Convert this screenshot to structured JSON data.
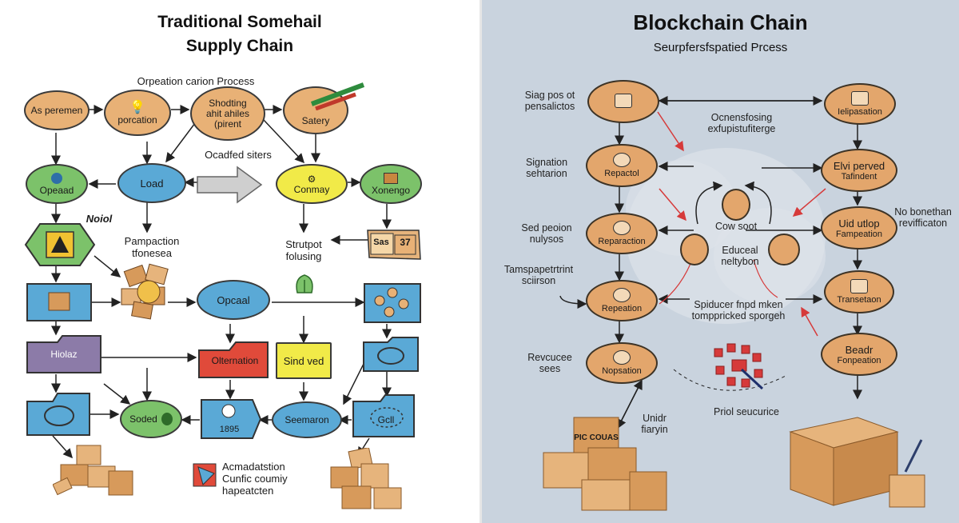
{
  "left": {
    "title_line1": "Traditional Somehail",
    "title_line2": "Supply Chain",
    "process_label": "Orpeation carion Process",
    "oval_label": "Ocadfed siters",
    "noiol_label": "Noiol",
    "pampaction_label": "Pampaction\ntfonesea",
    "strutpot_label": "Strutpot\nfolusing",
    "legend_label": "Acmadatstion\nCunfic coumiy\nhapeatcten",
    "nodes": {
      "as_peremen": "As peremen",
      "porcation": "porcation",
      "shodting": "Shodting\nahit ahiles\n(pirent",
      "satery": "Satery",
      "opeaad": "Opeaad",
      "load": "Load",
      "conmay": "Conmay",
      "xonengo": "Xonengo",
      "sas": "Sas",
      "s37": "37",
      "opcaal": "Opcaal",
      "hiolaz": "Hiolaz",
      "olternation": "Olternation",
      "sind_ved": "Sind ved",
      "soded": "Soded",
      "year": "1895",
      "seemaron": "Seemaron",
      "gcll": "Gcll"
    }
  },
  "right": {
    "title": "Blockchain Chain",
    "subtitle": "Seurpfersfspatied Prcess",
    "labels": {
      "siag": "Siag pos ot\npensalictos",
      "signation": "Signation\nsehtarion",
      "sed_peoion": "Sed peoion\nnulysos",
      "tamspar": "Tamspapetrtrint\nsciirson",
      "revcucee": "Revcucee\nsees",
      "ocnens": "Ocnensfosing\nexfupistufiterge",
      "cow_soot": "Cow soot",
      "educeal": "Educeal\nneltybon",
      "spiducer": "Spiducer fnpd mken\ntomppricked sporgeh",
      "priol": "Priol seucurice",
      "unidr": "Unidr\nfiaryin",
      "no_bonethan": "No bonethan\nrevifficaton",
      "box_label": "PIC COUAS"
    },
    "nodes": {
      "top_center": "",
      "repactol": "Repactol",
      "reparaction": "Reparaction",
      "repeation": "Repeation",
      "nopsation": "Nopsation",
      "ielipasation": "Ielipasation",
      "elvi_perved": "Elvi perved",
      "tafindent": "Tafindent",
      "uid_utlop": "Uid utlop",
      "fampeation": "Fampeation",
      "transetaon": "Transetaon",
      "beadr": "Beadr",
      "fonpeation": "Fonpeation"
    }
  },
  "colors": {
    "tan": "#e8b176",
    "blue": "#5aa9d6",
    "green": "#7cc26a",
    "yellow": "#f1ea48",
    "red_accent": "#d63a3a",
    "right_bg": "#c9d3de"
  }
}
